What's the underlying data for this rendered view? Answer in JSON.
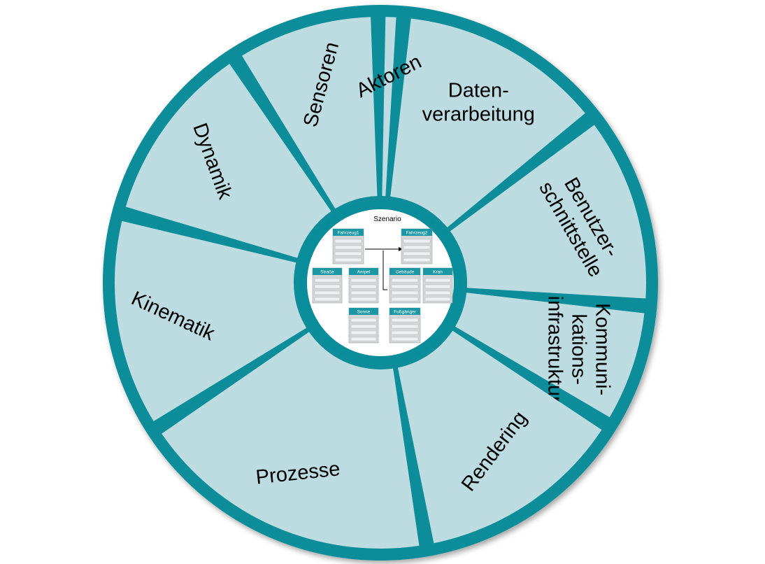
{
  "colors": {
    "ring": "#0a8d9a",
    "ring_dark": "#077682",
    "segment_fill": "#bcdce1",
    "center_fill": "#ffffff",
    "box_header": "#1c98a5",
    "box_body": "#d4d7d8"
  },
  "segments": [
    {
      "key": "datenverarbeitung",
      "lines": [
        "Daten-",
        "verarbeitung"
      ]
    },
    {
      "key": "benutzerschnittstelle",
      "lines": [
        "Benutzer-",
        "schnittstelle"
      ]
    },
    {
      "key": "kommunikationsinfrastruktur",
      "lines": [
        "Kommuni-",
        "kations-",
        "infrastruktur"
      ]
    },
    {
      "key": "rendering",
      "lines": [
        "Rendering"
      ]
    },
    {
      "key": "prozesse",
      "lines": [
        "Prozesse"
      ]
    },
    {
      "key": "kinematik",
      "lines": [
        "Kinematik"
      ]
    },
    {
      "key": "dynamik",
      "lines": [
        "Dynamik"
      ]
    },
    {
      "key": "sensoren",
      "lines": [
        "Sensoren"
      ]
    },
    {
      "key": "aktoren",
      "lines": [
        "Aktoren"
      ]
    }
  ],
  "center": {
    "title": "Szenario",
    "boxes": [
      "Fahrzeug1",
      "Fahrzeug2",
      "Straße",
      "Ampel",
      "Gebäude",
      "Kran",
      "Sonne",
      "Fußgänger"
    ]
  }
}
